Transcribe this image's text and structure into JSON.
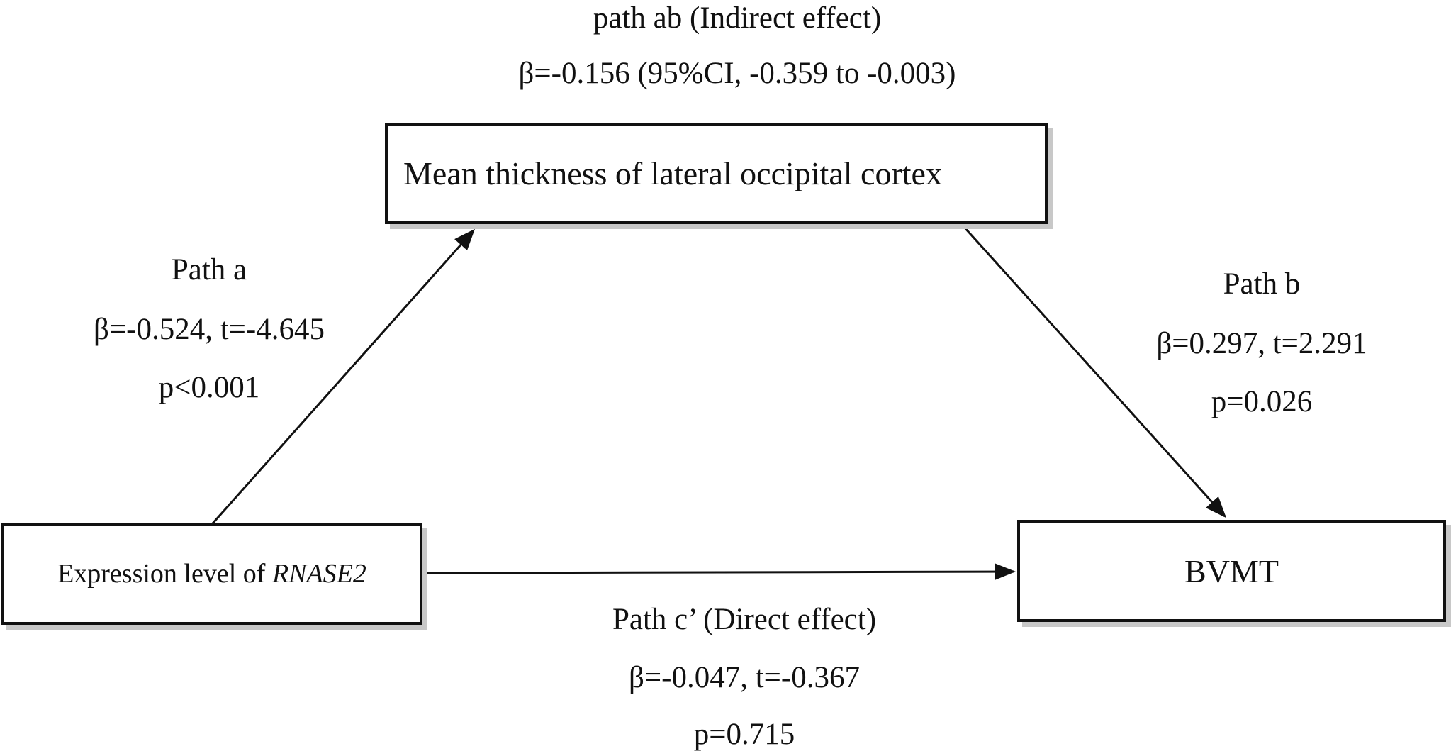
{
  "nodes": {
    "mediator": "Mean thickness of lateral occipital cortex",
    "independent_prefix": "Expression level of ",
    "independent_gene": "RNASE2",
    "dependent": "BVMT"
  },
  "paths": {
    "ab": {
      "title": "path ab (Indirect effect)",
      "stats": "β=-0.156 (95%CI, -0.359 to -0.003)"
    },
    "a": {
      "title": "Path a",
      "stats": "β=-0.524, t=-4.645",
      "p": "p<0.001"
    },
    "b": {
      "title": "Path b",
      "stats": "β=0.297, t=2.291",
      "p": "p=0.026"
    },
    "c_prime": {
      "title": "Path c’ (Direct effect)",
      "stats": "β=-0.047, t=-0.367",
      "p": "p=0.715"
    }
  }
}
